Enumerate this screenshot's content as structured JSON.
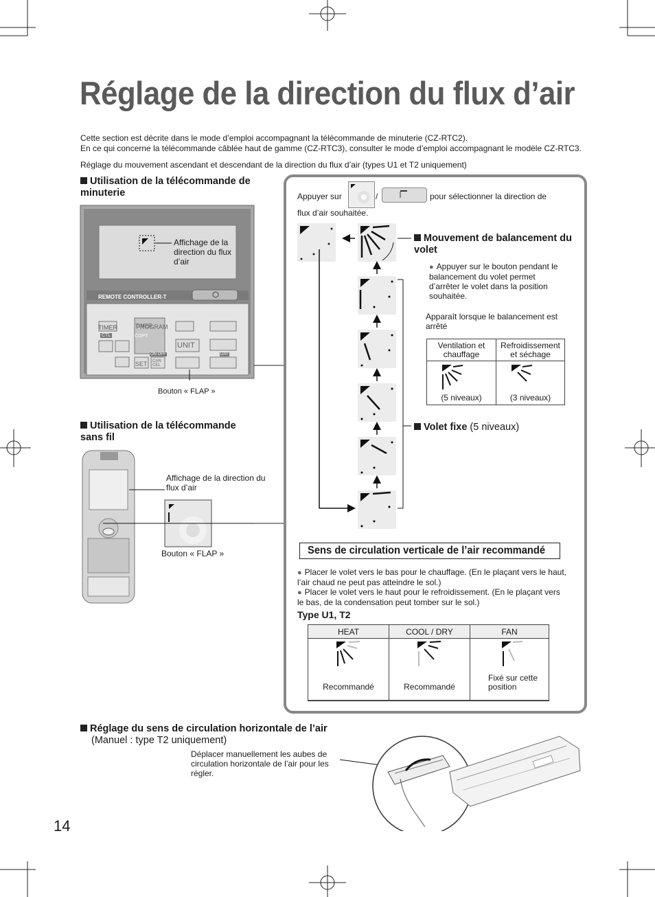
{
  "title": "Réglage de la direction du flux d’air",
  "intro": {
    "line1": "Cette section est décrite dans le mode d’emploi accompagnant la télécommande de minuterie (CZ-RTC2).",
    "line2": "En ce qui concerne la télécommande câblée haut de gamme (CZ-RTC3), consulter le mode d’emploi accompagnant le modèle CZ-RTC3.",
    "line3": "Réglage du mouvement ascendant et descendant de la direction du flux d’air (types U1 et T2 uniquement)"
  },
  "timer_section": {
    "heading": "Utilisation de la télécommande de minuterie",
    "display_label": "Affichage de la direction du flux d’air",
    "flap_button_label": "Bouton « FLAP »",
    "remote_brand": "REMOTE CONTROLLER-T",
    "timer_label": "TIMER",
    "program_label": "PROGRAM",
    "copy_label": "COPY",
    "unit_label": "UNIT",
    "set_label": "SET",
    "cancel_label": "CAN CEL",
    "day_label": "DAY",
    "onoff_label": "ON OFF",
    "ctl_label": "CTL"
  },
  "wireless_section": {
    "heading": "Utilisation de la télécommande sans fil",
    "display_label": "Affichage de la direction du flux d’air",
    "flap_button_label": "Bouton « FLAP »"
  },
  "panel": {
    "press_before": "Appuyer sur",
    "press_sep": "/",
    "press_after": "pour sélectionner la direction de",
    "press_line2": "flux d’air souhaitée.",
    "swing_heading": "Mouvement de balancement du volet",
    "swing_bullet": "Appuyer sur le bouton pendant le balancement du volet permet d’arrêter le volet dans la position souhaitée.",
    "stopped_note": "Apparaît lorsque le balancement est arrêté",
    "table_cols": [
      "Ventilation et chauffage",
      "Refroidissement et séchage"
    ],
    "table_levels": [
      "(5 niveaux)",
      "(3 niveaux)"
    ],
    "fixed_label": "Volet fixe",
    "fixed_levels": "(5 niveaux)",
    "recommended_title": "Sens de circulation verticale de l’air recommandé",
    "rec_bullet1": "Placer le volet vers le bas pour le chauffage. (En le plaçant vers le haut, l’air chaud ne peut pas atteindre le sol.)",
    "rec_bullet2": "Placer le volet vers le haut pour le refroidissement. (En le plaçant vers le bas, de la condensation peut tomber sur le sol.)",
    "type_label": "Type U1, T2",
    "rec_headers": [
      "HEAT",
      "COOL / DRY",
      "FAN"
    ],
    "rec_cells": [
      "Recommandé",
      "Recommandé",
      "Fixé sur cette position"
    ]
  },
  "horizontal": {
    "heading": "Réglage du sens de circulation horizontale de l’air",
    "subheading": "(Manuel : type T2 uniquement)",
    "note": "Déplacer manuellement les aubes de circulation horizontale de l’air pour les régler."
  },
  "page_number": "14"
}
